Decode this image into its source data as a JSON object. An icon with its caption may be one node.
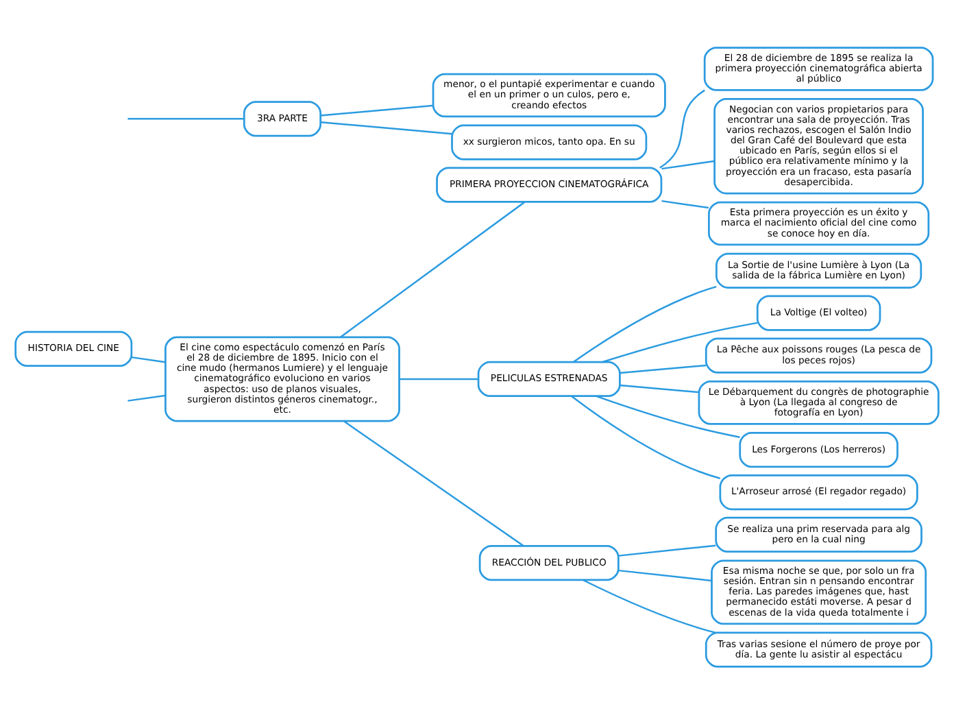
{
  "diagram": {
    "nodes": [
      {
        "text": [
          "HISTORIA DEL CINE"
        ]
      },
      {
        "text": [
          "El cine como espectáculo comenzó en París el 28 de diciembre de 1895. Inicio con el cine mudo (hermanos Lumiere) y el lenguaje cinematográfico evoluciono en varios aspectos: uso de planos visuales, surgieron distintos géneros cinematogr., etc."
        ]
      },
      {
        "text": [
          "3RA PARTE"
        ]
      },
      {
        "text": [
          "menor, o el puntapié experimentar e cuando el en un primer o un culos, pero e, creando efectos"
        ]
      },
      {
        "text": [
          "xx surgieron micos, tanto opa. En su"
        ]
      },
      {
        "text": [
          "PRIMERA PROYECCION CINEMATOGRÁFICA"
        ]
      },
      {
        "text": [
          "El 28 de diciembre de 1895 se realiza la primera proyección cinematográfica abierta al público"
        ]
      },
      {
        "text": [
          "Negocian con varios propietarios para encontrar una sala de proyección. Tras varios rechazos, escogen el Salón Indio del Gran Café del Boulevard que esta ubicado en París, según ellos si el público era relativamente mínimo y la proyección era un fracaso, esta pasaría desapercibida."
        ]
      },
      {
        "text": [
          "Esta primera proyección es un éxito y marca el nacimiento oficial del cine como se conoce hoy en día."
        ]
      },
      {
        "text": [
          "PELICULAS ESTRENADAS"
        ]
      },
      {
        "text": [
          "La Sortie de l'usine Lumière à Lyon (La salida de la fábrica Lumière en Lyon)"
        ]
      },
      {
        "text": [
          "La Voltige (El volteo)"
        ]
      },
      {
        "text": [
          "La Pêche aux poissons rouges (La pesca de los peces rojos)"
        ]
      },
      {
        "text": [
          "Le Débarquement du congrès de photographie à Lyon (La llegada al congreso de fotografía en Lyon)"
        ]
      },
      {
        "text": [
          "Les Forgerons (Los herreros)"
        ]
      },
      {
        "text": [
          "L'Arroseur arrosé (El regador regado)"
        ]
      },
      {
        "text": [
          "REACCIÓN DEL PUBLICO"
        ]
      },
      {
        "text": [
          "Se realiza una prim reservada para alg pero en la cual ning"
        ]
      },
      {
        "text": [
          "Esa misma noche se que, por solo un fra sesión. Entran sin n pensando encontrar feria. Las paredes imágenes que, hast permanecido estáti moverse. A pesar d escenas de la vida queda totalmente i"
        ]
      },
      {
        "text": [
          "Tras varias sesione el número de proye por día. La gente lu asistir al espectácu"
        ]
      }
    ],
    "edges": [
      {
        "from": 0,
        "to": 1,
        "arrow": "none"
      },
      {
        "from": 1,
        "to": null,
        "arrow": "none"
      },
      {
        "from": null,
        "to": 2,
        "arrow": "none"
      },
      {
        "from": 2,
        "to": 3,
        "arrow": "none"
      },
      {
        "from": 2,
        "to": 4,
        "arrow": "none"
      },
      {
        "from": 1,
        "to": 5,
        "arrow": "none"
      },
      {
        "from": 5,
        "to": 6,
        "arrow": "none"
      },
      {
        "from": 5,
        "to": 7,
        "arrow": "none"
      },
      {
        "from": 5,
        "to": 8,
        "arrow": "none"
      },
      {
        "from": 1,
        "to": 9,
        "arrow": "none"
      },
      {
        "from": 9,
        "to": 10,
        "arrow": "none"
      },
      {
        "from": 9,
        "to": 11,
        "arrow": "none"
      },
      {
        "from": 9,
        "to": 12,
        "arrow": "none"
      },
      {
        "from": 9,
        "to": 13,
        "arrow": "none"
      },
      {
        "from": 9,
        "to": 14,
        "arrow": "none"
      },
      {
        "from": 9,
        "to": 15,
        "arrow": "none"
      },
      {
        "from": 1,
        "to": 16,
        "arrow": "none"
      },
      {
        "from": 16,
        "to": 17,
        "arrow": "none"
      },
      {
        "from": 16,
        "to": 18,
        "arrow": "none"
      },
      {
        "from": 16,
        "to": 19,
        "arrow": "none"
      }
    ]
  }
}
